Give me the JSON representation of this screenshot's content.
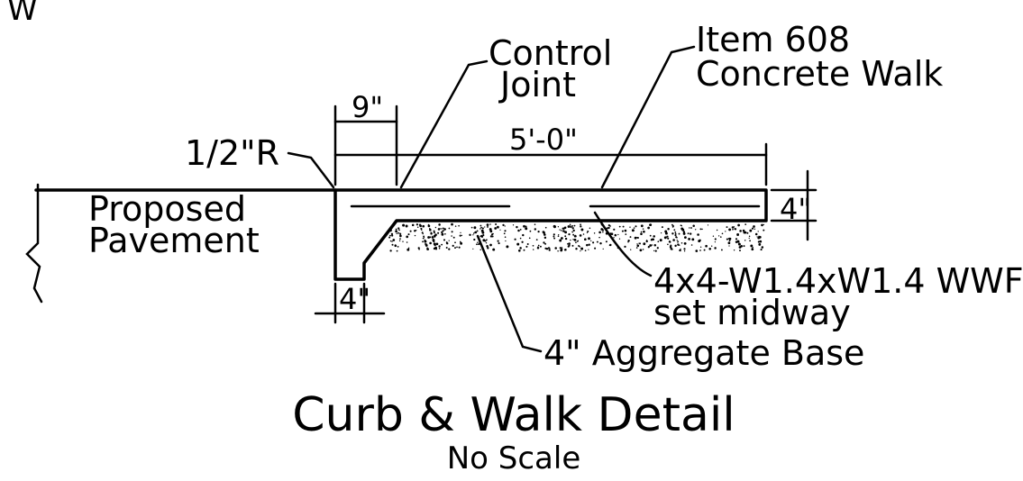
{
  "corner_mark": "W",
  "labels": {
    "control_joint_line1": "Control",
    "control_joint_line2": "Joint",
    "item_line1": "Item 608",
    "item_line2": "Concrete Walk",
    "radius": "1/2\"R",
    "pavement_line1": "Proposed",
    "pavement_line2": "Pavement",
    "wwf_line1": "4x4-W1.4xW1.4 WWF",
    "wwf_line2": "set midway",
    "aggregate": "4\" Aggregate Base"
  },
  "dimensions": {
    "curb_width_top": "9\"",
    "walk_width": "5'-0\"",
    "walk_thickness": "4\"",
    "curb_toe": "4\""
  },
  "title": "Curb & Walk Detail",
  "subtitle": "No Scale"
}
